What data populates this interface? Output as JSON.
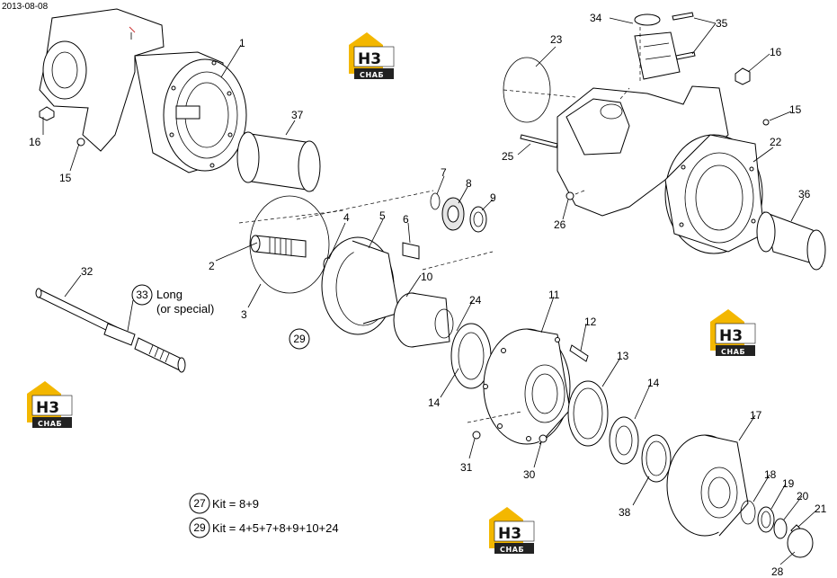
{
  "date": "2013-08-08",
  "logo": {
    "top": "H3",
    "bottom": "СНАБ"
  },
  "callouts": [
    "1",
    "2",
    "3",
    "4",
    "5",
    "6",
    "7",
    "8",
    "9",
    "10",
    "11",
    "12",
    "13",
    "14",
    "14",
    "15",
    "15",
    "16",
    "16",
    "17",
    "18",
    "19",
    "20",
    "21",
    "22",
    "23",
    "24",
    "25",
    "26",
    "28",
    "30",
    "31",
    "32",
    "34",
    "35",
    "36",
    "37",
    "38"
  ],
  "circled": {
    "n29": "29",
    "n33": "33"
  },
  "long_label": {
    "line1": "Long",
    "line2": "(or special)"
  },
  "kits": [
    {
      "num": "27",
      "text": "Kit = 8+9"
    },
    {
      "num": "29",
      "text": "Kit = 4+5+7+8+9+10+24"
    }
  ]
}
